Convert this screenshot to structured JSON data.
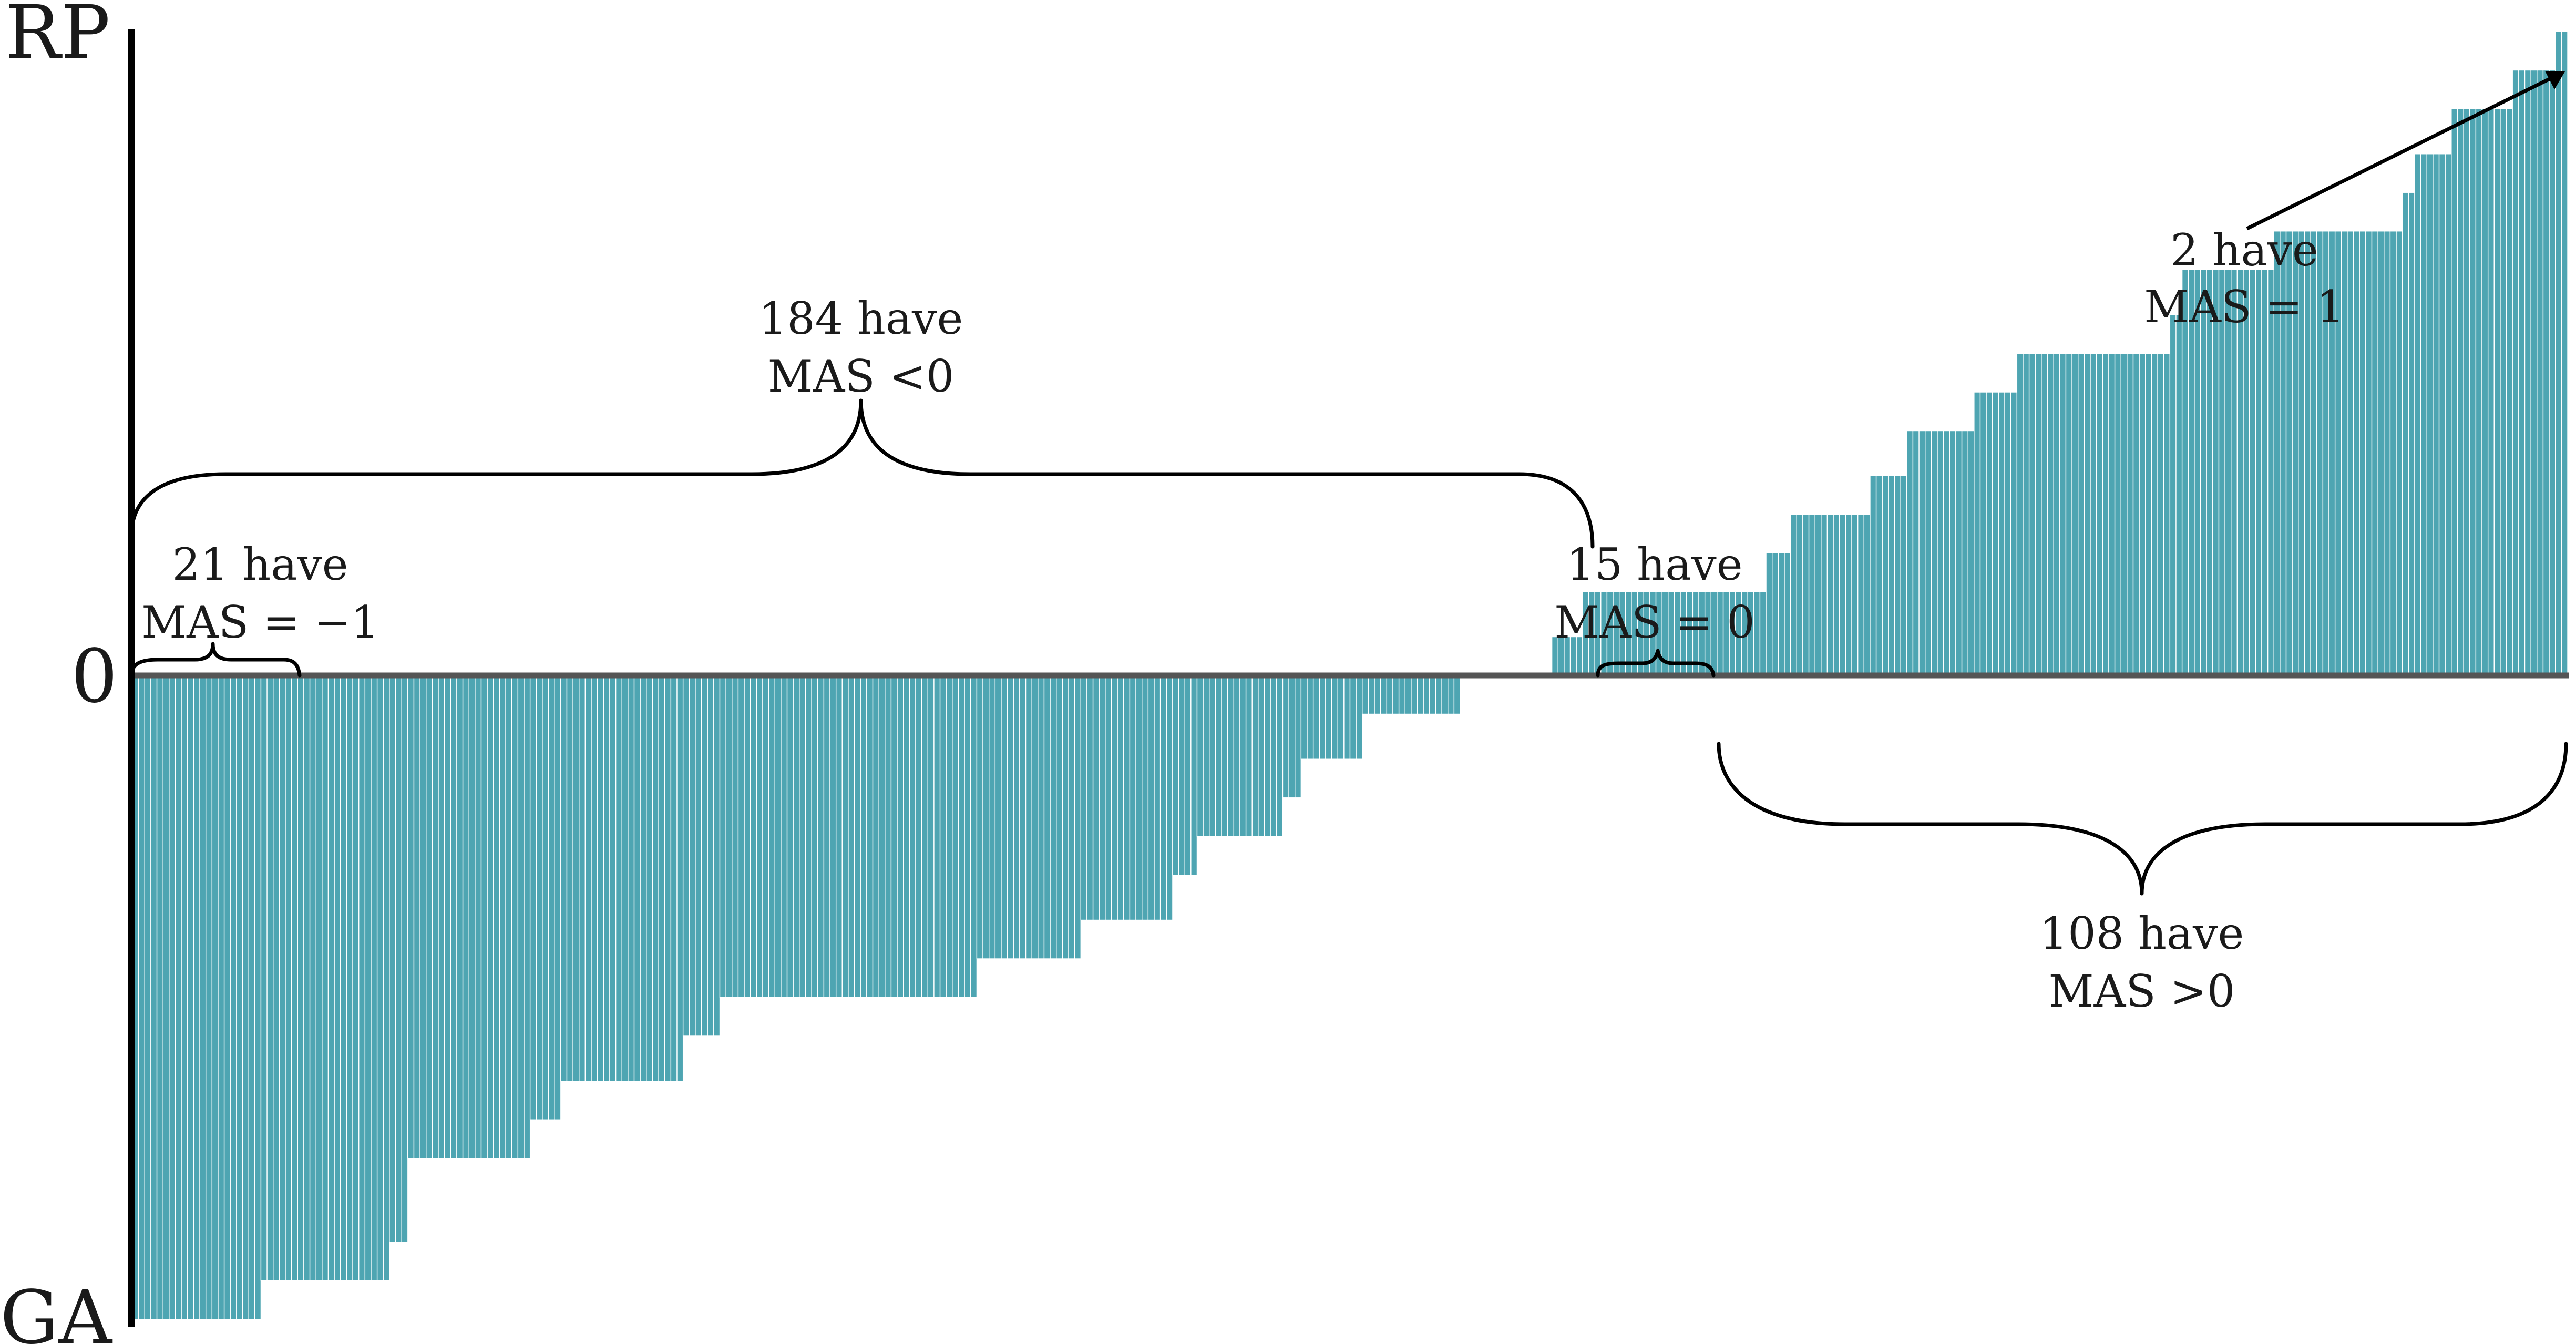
{
  "chart_data": {
    "type": "bar",
    "title": "",
    "xlabel": "",
    "ylabel": "",
    "y_axis_labels": {
      "top": "RP",
      "zero": "0",
      "bottom": "GA"
    },
    "ylim": [
      -1,
      1
    ],
    "bar_color": "#4ea5b2",
    "bar_stroke": "#ffffff",
    "axis_color": "#000000",
    "zero_line_color": "#555555",
    "values": [
      -1,
      -1,
      -1,
      -1,
      -1,
      -1,
      -1,
      -1,
      -1,
      -1,
      -1,
      -1,
      -1,
      -1,
      -1,
      -1,
      -1,
      -1,
      -1,
      -1,
      -1,
      -0.94,
      -0.94,
      -0.94,
      -0.94,
      -0.94,
      -0.94,
      -0.94,
      -0.94,
      -0.94,
      -0.94,
      -0.94,
      -0.94,
      -0.94,
      -0.94,
      -0.94,
      -0.94,
      -0.94,
      -0.94,
      -0.94,
      -0.94,
      -0.94,
      -0.88,
      -0.88,
      -0.88,
      -0.75,
      -0.75,
      -0.75,
      -0.75,
      -0.75,
      -0.75,
      -0.75,
      -0.75,
      -0.75,
      -0.75,
      -0.75,
      -0.75,
      -0.75,
      -0.75,
      -0.75,
      -0.75,
      -0.75,
      -0.75,
      -0.75,
      -0.75,
      -0.69,
      -0.69,
      -0.69,
      -0.69,
      -0.69,
      -0.63,
      -0.63,
      -0.63,
      -0.63,
      -0.63,
      -0.63,
      -0.63,
      -0.63,
      -0.63,
      -0.63,
      -0.63,
      -0.63,
      -0.63,
      -0.63,
      -0.63,
      -0.63,
      -0.63,
      -0.63,
      -0.63,
      -0.63,
      -0.56,
      -0.56,
      -0.56,
      -0.56,
      -0.56,
      -0.56,
      -0.5,
      -0.5,
      -0.5,
      -0.5,
      -0.5,
      -0.5,
      -0.5,
      -0.5,
      -0.5,
      -0.5,
      -0.5,
      -0.5,
      -0.5,
      -0.5,
      -0.5,
      -0.5,
      -0.5,
      -0.5,
      -0.5,
      -0.5,
      -0.5,
      -0.5,
      -0.5,
      -0.5,
      -0.5,
      -0.5,
      -0.5,
      -0.5,
      -0.5,
      -0.5,
      -0.5,
      -0.5,
      -0.5,
      -0.5,
      -0.5,
      -0.5,
      -0.5,
      -0.5,
      -0.5,
      -0.5,
      -0.5,
      -0.5,
      -0.44,
      -0.44,
      -0.44,
      -0.44,
      -0.44,
      -0.44,
      -0.44,
      -0.44,
      -0.44,
      -0.44,
      -0.44,
      -0.44,
      -0.44,
      -0.44,
      -0.44,
      -0.44,
      -0.44,
      -0.38,
      -0.38,
      -0.38,
      -0.38,
      -0.38,
      -0.38,
      -0.38,
      -0.38,
      -0.38,
      -0.38,
      -0.38,
      -0.38,
      -0.38,
      -0.38,
      -0.38,
      -0.31,
      -0.31,
      -0.31,
      -0.31,
      -0.25,
      -0.25,
      -0.25,
      -0.25,
      -0.25,
      -0.25,
      -0.25,
      -0.25,
      -0.25,
      -0.25,
      -0.25,
      -0.25,
      -0.25,
      -0.25,
      -0.19,
      -0.19,
      -0.19,
      -0.13,
      -0.13,
      -0.13,
      -0.13,
      -0.13,
      -0.13,
      -0.13,
      -0.13,
      -0.13,
      -0.13,
      -0.06,
      -0.06,
      -0.06,
      -0.06,
      -0.06,
      -0.06,
      -0.06,
      -0.06,
      -0.06,
      -0.06,
      -0.06,
      -0.06,
      -0.06,
      -0.06,
      -0.06,
      -0.06,
      0,
      0,
      0,
      0,
      0,
      0,
      0,
      0,
      0,
      0,
      0,
      0,
      0,
      0,
      0,
      0.06,
      0.06,
      0.06,
      0.06,
      0.06,
      0.13,
      0.13,
      0.13,
      0.13,
      0.13,
      0.13,
      0.13,
      0.13,
      0.13,
      0.13,
      0.13,
      0.13,
      0.13,
      0.13,
      0.13,
      0.13,
      0.13,
      0.13,
      0.13,
      0.13,
      0.13,
      0.13,
      0.13,
      0.13,
      0.13,
      0.13,
      0.13,
      0.13,
      0.13,
      0.13,
      0.19,
      0.19,
      0.19,
      0.19,
      0.25,
      0.25,
      0.25,
      0.25,
      0.25,
      0.25,
      0.25,
      0.25,
      0.25,
      0.25,
      0.25,
      0.25,
      0.25,
      0.31,
      0.31,
      0.31,
      0.31,
      0.31,
      0.31,
      0.38,
      0.38,
      0.38,
      0.38,
      0.38,
      0.38,
      0.38,
      0.38,
      0.38,
      0.38,
      0.38,
      0.44,
      0.44,
      0.44,
      0.44,
      0.44,
      0.44,
      0.44,
      0.5,
      0.5,
      0.5,
      0.5,
      0.5,
      0.5,
      0.5,
      0.5,
      0.5,
      0.5,
      0.5,
      0.5,
      0.5,
      0.5,
      0.5,
      0.5,
      0.5,
      0.5,
      0.5,
      0.5,
      0.5,
      0.5,
      0.5,
      0.5,
      0.5,
      0.56,
      0.56,
      0.63,
      0.63,
      0.63,
      0.63,
      0.63,
      0.63,
      0.63,
      0.63,
      0.63,
      0.63,
      0.63,
      0.63,
      0.63,
      0.63,
      0.63,
      0.69,
      0.69,
      0.69,
      0.69,
      0.69,
      0.69,
      0.69,
      0.69,
      0.69,
      0.69,
      0.69,
      0.69,
      0.69,
      0.69,
      0.69,
      0.69,
      0.69,
      0.69,
      0.69,
      0.69,
      0.69,
      0.75,
      0.75,
      0.81,
      0.81,
      0.81,
      0.81,
      0.81,
      0.81,
      0.88,
      0.88,
      0.88,
      0.88,
      0.88,
      0.88,
      0.88,
      0.88,
      0.88,
      0.88,
      0.94,
      0.94,
      0.94,
      0.94,
      0.94,
      0.94,
      0.94,
      1,
      1
    ],
    "annotations": [
      {
        "id": "mas-neg",
        "line1": "184 have",
        "line2": "MAS <0"
      },
      {
        "id": "mas-minus1",
        "line1": "21 have",
        "line2": "MAS = −1"
      },
      {
        "id": "mas-zero",
        "line1": "15 have",
        "line2": "MAS = 0"
      },
      {
        "id": "mas-pos",
        "line1": "108 have",
        "line2": "MAS >0"
      },
      {
        "id": "mas-one",
        "line1": "2 have",
        "line2": "MAS = 1"
      }
    ]
  }
}
